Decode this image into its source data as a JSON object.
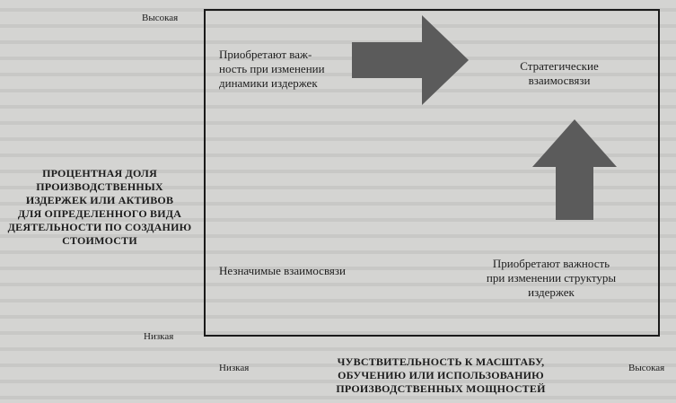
{
  "diagram": {
    "y_axis": {
      "high": "Высокая",
      "low": "Низкая",
      "title_lines": [
        "ПРОЦЕНТНАЯ ДОЛЯ",
        "ПРОИЗВОДСТВЕННЫХ",
        "ИЗДЕРЖЕК ИЛИ АКТИВОВ",
        "ДЛЯ ОПРЕДЕЛЕННОГО ВИДА",
        "ДЕЯТЕЛЬНОСТИ ПО СОЗДАНИЮ",
        "СТОИМОСТИ"
      ]
    },
    "x_axis": {
      "low": "Низкая",
      "high": "Высокая",
      "title_lines": [
        "ЧУВСТВИТЕЛЬНОСТЬ К МАСШТАБУ,",
        "ОБУЧЕНИЮ ИЛИ ИСПОЛЬЗОВАНИЮ",
        "ПРОИЗВОДСТВЕННЫХ МОЩНОСТЕЙ"
      ]
    },
    "quadrants": {
      "top_left": [
        "Приобретают важ-",
        "ность при изменении",
        "динамики издержек"
      ],
      "top_right": [
        "Стратегические",
        "взаимосвязи"
      ],
      "bottom_left": [
        "Незначимые взаимосвязи"
      ],
      "bottom_right": [
        "Приобретают важность",
        "при изменении структуры",
        "издержек"
      ]
    }
  }
}
